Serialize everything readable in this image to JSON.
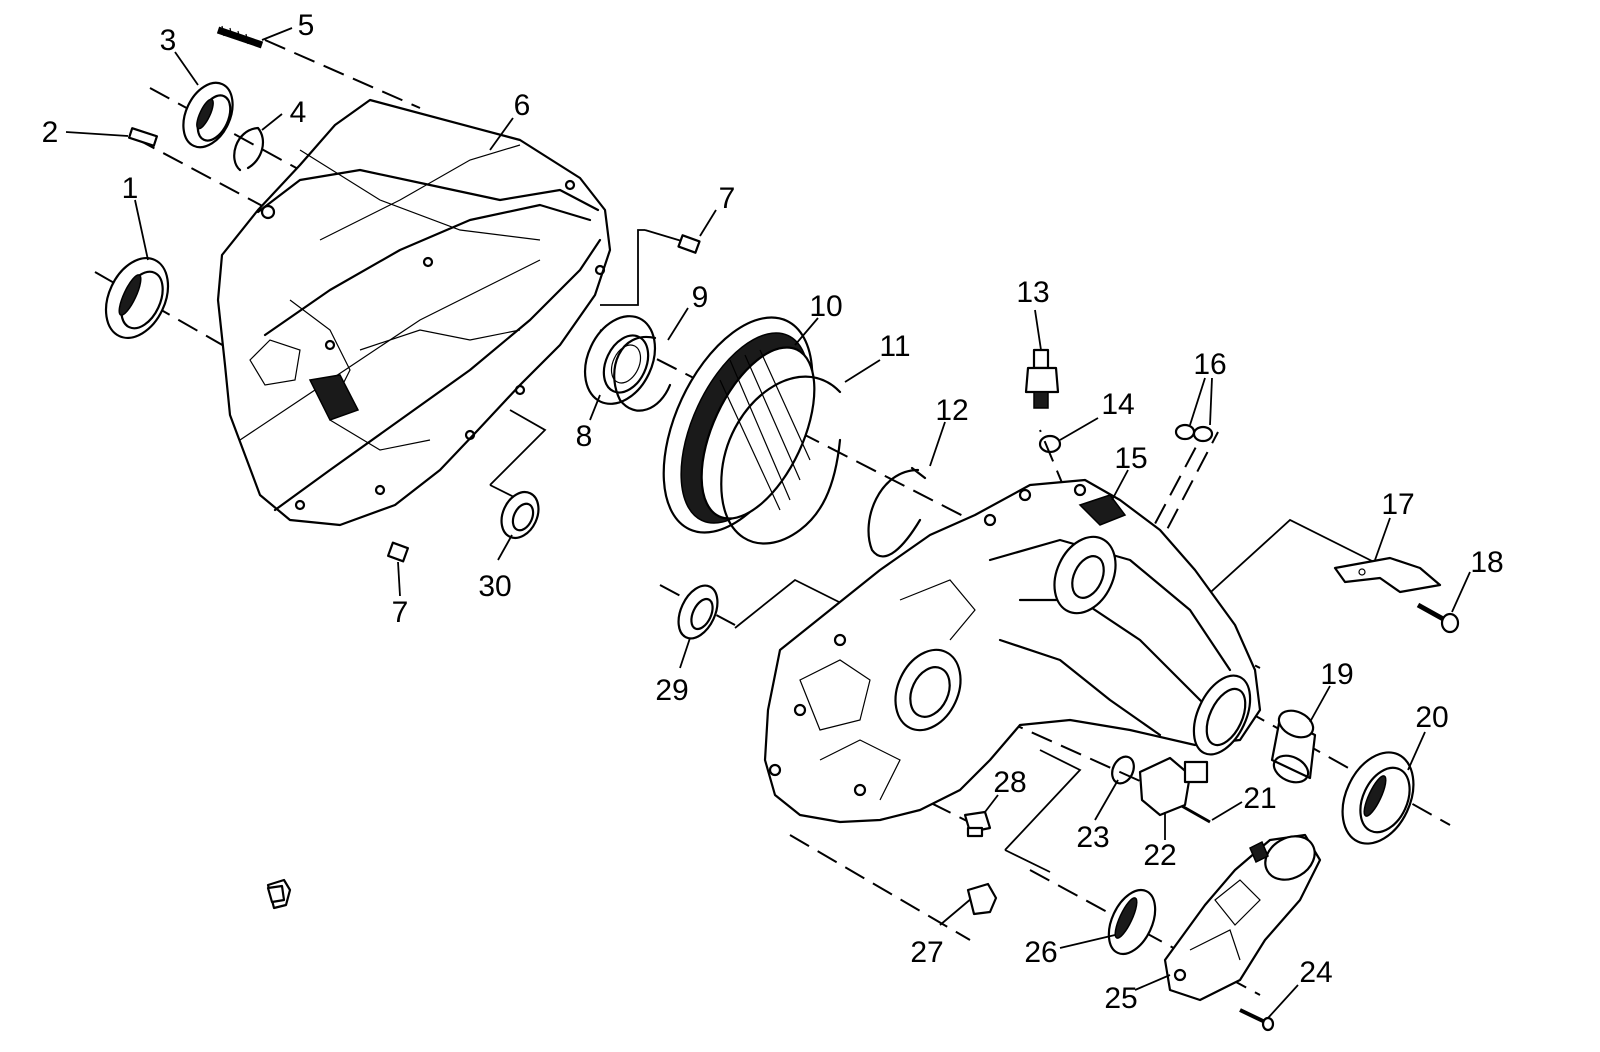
{
  "callouts": [
    {
      "id": "1",
      "text": "1"
    },
    {
      "id": "2",
      "text": "2"
    },
    {
      "id": "3",
      "text": "3"
    },
    {
      "id": "4",
      "text": "4"
    },
    {
      "id": "5",
      "text": "5"
    },
    {
      "id": "6",
      "text": "6"
    },
    {
      "id": "7a",
      "text": "7"
    },
    {
      "id": "7b",
      "text": "7"
    },
    {
      "id": "8",
      "text": "8"
    },
    {
      "id": "9",
      "text": "9"
    },
    {
      "id": "10",
      "text": "10"
    },
    {
      "id": "11",
      "text": "11"
    },
    {
      "id": "12",
      "text": "12"
    },
    {
      "id": "13",
      "text": "13"
    },
    {
      "id": "14",
      "text": "14"
    },
    {
      "id": "15",
      "text": "15"
    },
    {
      "id": "16",
      "text": "16"
    },
    {
      "id": "17",
      "text": "17"
    },
    {
      "id": "18",
      "text": "18"
    },
    {
      "id": "19",
      "text": "19"
    },
    {
      "id": "20",
      "text": "20"
    },
    {
      "id": "21",
      "text": "21"
    },
    {
      "id": "22",
      "text": "22"
    },
    {
      "id": "23",
      "text": "23"
    },
    {
      "id": "24",
      "text": "24"
    },
    {
      "id": "25",
      "text": "25"
    },
    {
      "id": "26",
      "text": "26"
    },
    {
      "id": "27",
      "text": "27"
    },
    {
      "id": "28",
      "text": "28"
    },
    {
      "id": "29",
      "text": "29"
    },
    {
      "id": "30",
      "text": "30"
    }
  ]
}
